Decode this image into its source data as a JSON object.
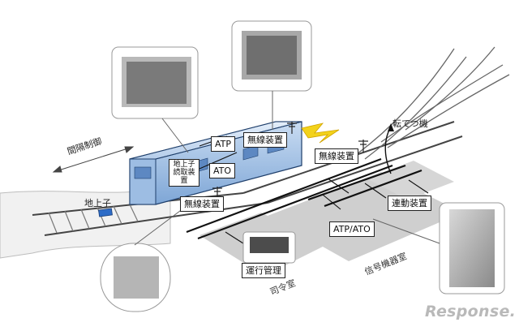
{
  "labels": {
    "interval_control": "間隔制御",
    "ground_coil": "地上子",
    "atp": "ATP",
    "ato": "ATO",
    "onboard_radio": "無線装置",
    "reader": "地上子読取装置",
    "track_radio": "無線装置",
    "train_radio": "無線装置",
    "switch": "転てつ機",
    "interlock": "連動装置",
    "atp_ato": "ATP/ATO",
    "ops": "運行管理",
    "signal_room": "信号機器室",
    "command_room": "司令室"
  },
  "watermark": "Response."
}
